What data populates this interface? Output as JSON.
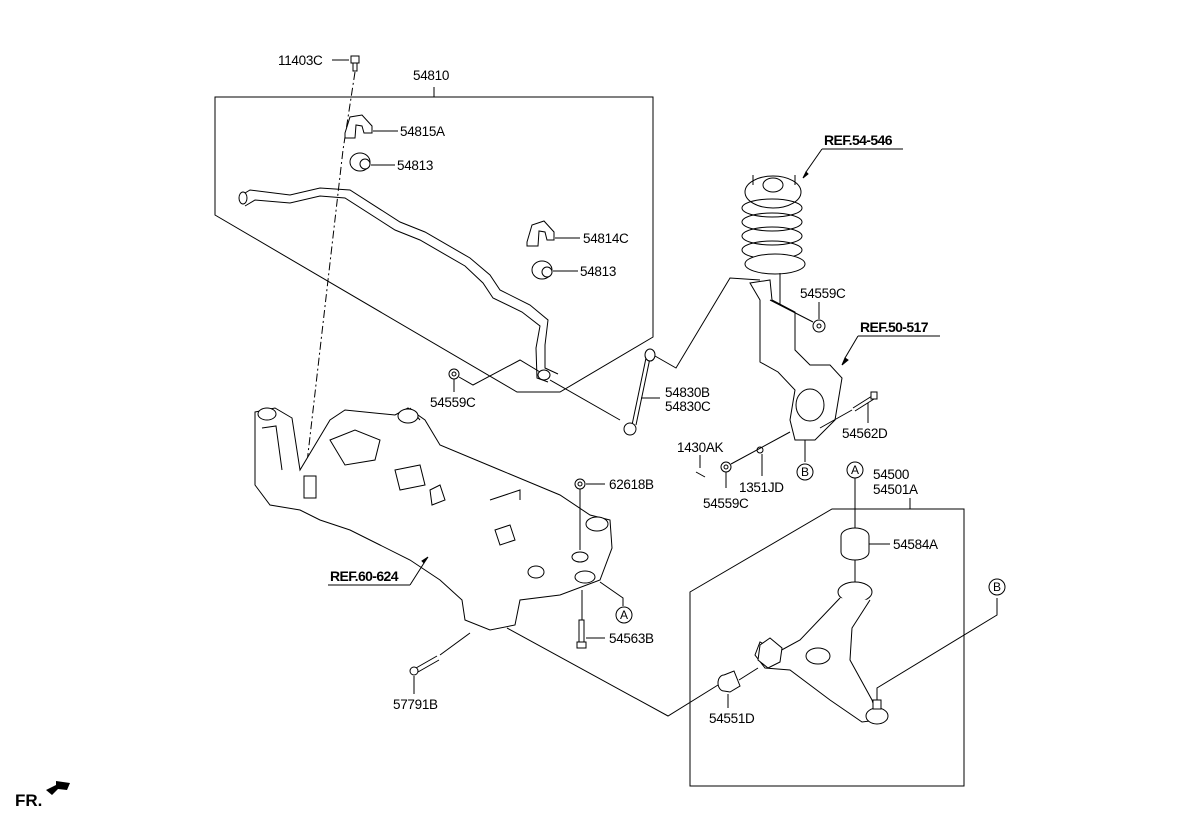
{
  "diagram": {
    "title": "Front Suspension Crossmember / Stabilizer / Lower Arm",
    "front_indicator": "FR.",
    "references": [
      {
        "id": "ref-54-546",
        "text": "REF.54-546"
      },
      {
        "id": "ref-50-517",
        "text": "REF.50-517"
      },
      {
        "id": "ref-60-624",
        "text": "REF.60-624"
      }
    ],
    "parts": {
      "p11403C": "11403C",
      "p54810": "54810",
      "p54815A": "54815A",
      "p54813a": "54813",
      "p54814C": "54814C",
      "p54813b": "54813",
      "p54559C_a": "54559C",
      "p54830B": "54830B",
      "p54830C": "54830C",
      "p54559C_b": "54559C",
      "p54562D": "54562D",
      "p1430AK": "1430AK",
      "p54559C_c": "54559C",
      "p1351JD": "1351JD",
      "p62618B": "62618B",
      "p54563B": "54563B",
      "p57791B": "57791B",
      "p54500": "54500",
      "p54501A": "54501A",
      "p54584A": "54584A",
      "p54551D": "54551D"
    },
    "callouts": {
      "A1": "A",
      "A2": "A",
      "B1": "B",
      "B2": "B"
    }
  }
}
